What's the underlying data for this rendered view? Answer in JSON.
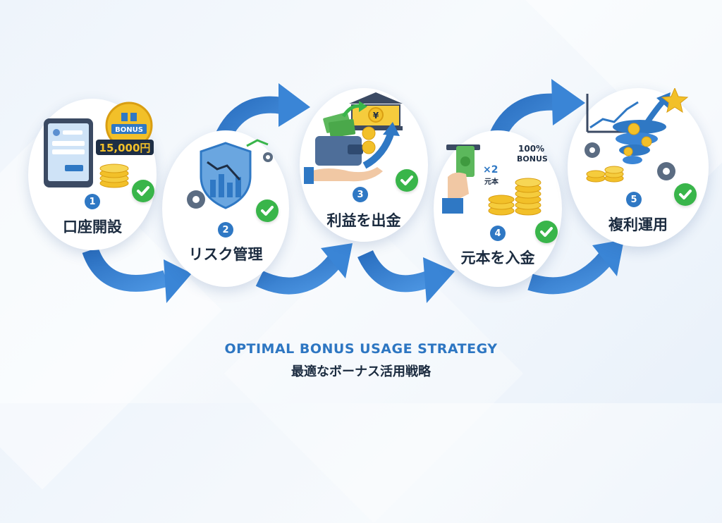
{
  "steps": [
    {
      "number": "1",
      "label": "口座開設",
      "coin_label": "BONUS",
      "amount": "15,000円"
    },
    {
      "number": "2",
      "label": "リスク管理"
    },
    {
      "number": "3",
      "label": "利益を出金",
      "bank_symbol": "¥"
    },
    {
      "number": "4",
      "label": "元本を入金",
      "bonus_percent": "100%",
      "bonus_word": "BONUS",
      "multiplier": "×2",
      "principal": "元本"
    },
    {
      "number": "5",
      "label": "複利運用"
    }
  ],
  "title_en": "OPTIMAL BONUS USAGE STRATEGY",
  "title_ja": "最適なボーナス活用戦略",
  "colors": {
    "accent": "#2f78c4",
    "check": "#39b54a",
    "gold": "#f2c029",
    "cash": "#5cb85c",
    "text": "#1b2b3f"
  },
  "icons": [
    "tablet-icon",
    "gift-coin-icon",
    "shield-chart-icon",
    "gear-icon",
    "wallet-cash-icon",
    "bank-icon",
    "atm-cash-icon",
    "coin-stack-icon",
    "growth-chart-icon",
    "tornado-icon",
    "star-icon",
    "check-icon"
  ]
}
